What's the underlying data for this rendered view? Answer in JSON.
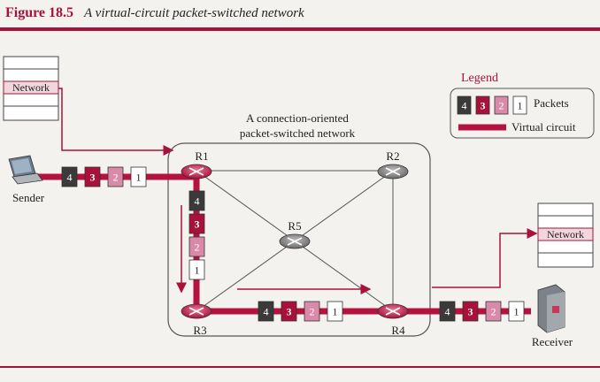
{
  "figure": {
    "number": "Figure 18.5",
    "title": "A virtual-circuit packet-switched network"
  },
  "network_box": {
    "line1": "A connection-oriented",
    "line2": "packet-switched network"
  },
  "routers": [
    "R1",
    "R2",
    "R3",
    "R4",
    "R5"
  ],
  "sender": {
    "label": "Sender",
    "stack_label": "Network"
  },
  "receiver": {
    "label": "Receiver",
    "stack_label": "Network"
  },
  "legend": {
    "title": "Legend",
    "packets_label": "Packets",
    "circuit_label": "Virtual circuit"
  },
  "packets": [
    "4",
    "3",
    "2",
    "1"
  ],
  "colors": {
    "accent": "#a8123a",
    "packet4": "#3a3a3a",
    "packet3": "#a8123a",
    "packet2": "#d98aa8",
    "packet1": "#ffffff",
    "circuit": "#b5123f",
    "router": "#c8375b",
    "router_idle": "#8a8a8a"
  }
}
